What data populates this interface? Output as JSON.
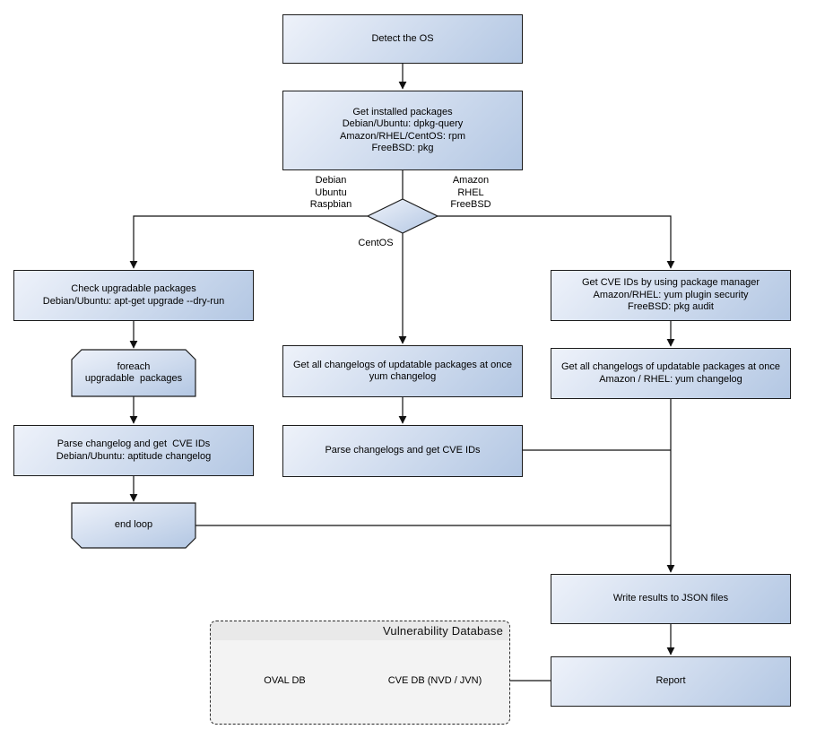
{
  "colors": {
    "node_fill_light": "#eef2fa",
    "node_fill_dark": "#b3c7e3",
    "node_border": "#1c1c1c",
    "connector": "#111111",
    "container_fill": "#f3f3f3",
    "container_header_fill": "#e9e9e9",
    "container_border": "#2a2a2a",
    "cylinder_top_light": "#fafbfe",
    "cylinder_top_dark": "#cfdbee",
    "text": "#000000"
  },
  "nodes": {
    "detect_os": {
      "lines": [
        "Detect the OS"
      ]
    },
    "get_installed_packages": {
      "lines": [
        "Get installed packages",
        "Debian/Ubuntu: dpkg-query",
        "Amazon/RHEL/CentOS: rpm",
        "FreeBSD: pkg"
      ]
    },
    "check_upgradable": {
      "lines": [
        "Check upgradable packages",
        "Debian/Ubuntu: apt-get upgrade --dry-run"
      ]
    },
    "foreach_loop": {
      "lines": [
        "foreach",
        "upgradable  packages"
      ]
    },
    "parse_changelog_deb": {
      "lines": [
        "Parse changelog and get  CVE IDs",
        "Debian/Ubuntu: aptitude changelog"
      ]
    },
    "end_loop": {
      "lines": [
        "end loop"
      ]
    },
    "get_changelogs_centos": {
      "lines": [
        "Get all changelogs of updatable packages at once",
        "yum changelog"
      ]
    },
    "parse_changelogs_centos": {
      "lines": [
        "Parse changelogs and get CVE IDs"
      ]
    },
    "get_cve_ids_pkg_mgr": {
      "lines": [
        "Get CVE IDs by using package manager",
        "Amazon/RHEL: yum plugin security",
        "FreeBSD: pkg audit"
      ]
    },
    "get_changelogs_amazon": {
      "lines": [
        "Get all changelogs of updatable packages at once",
        "Amazon / RHEL: yum changelog"
      ]
    },
    "write_results": {
      "lines": [
        "Write results to JSON files"
      ]
    },
    "report": {
      "lines": [
        "Report"
      ]
    }
  },
  "edge_labels": {
    "left_branch": [
      "Debian",
      "Ubuntu",
      "Raspbian"
    ],
    "right_branch": [
      "Amazon",
      "RHEL",
      "FreeBSD"
    ],
    "bottom_branch": "CentOS"
  },
  "database": {
    "title": "Vulnerability Database",
    "cylinders": [
      {
        "label": "OVAL DB"
      },
      {
        "label": "CVE DB (NVD / JVN)"
      }
    ]
  }
}
